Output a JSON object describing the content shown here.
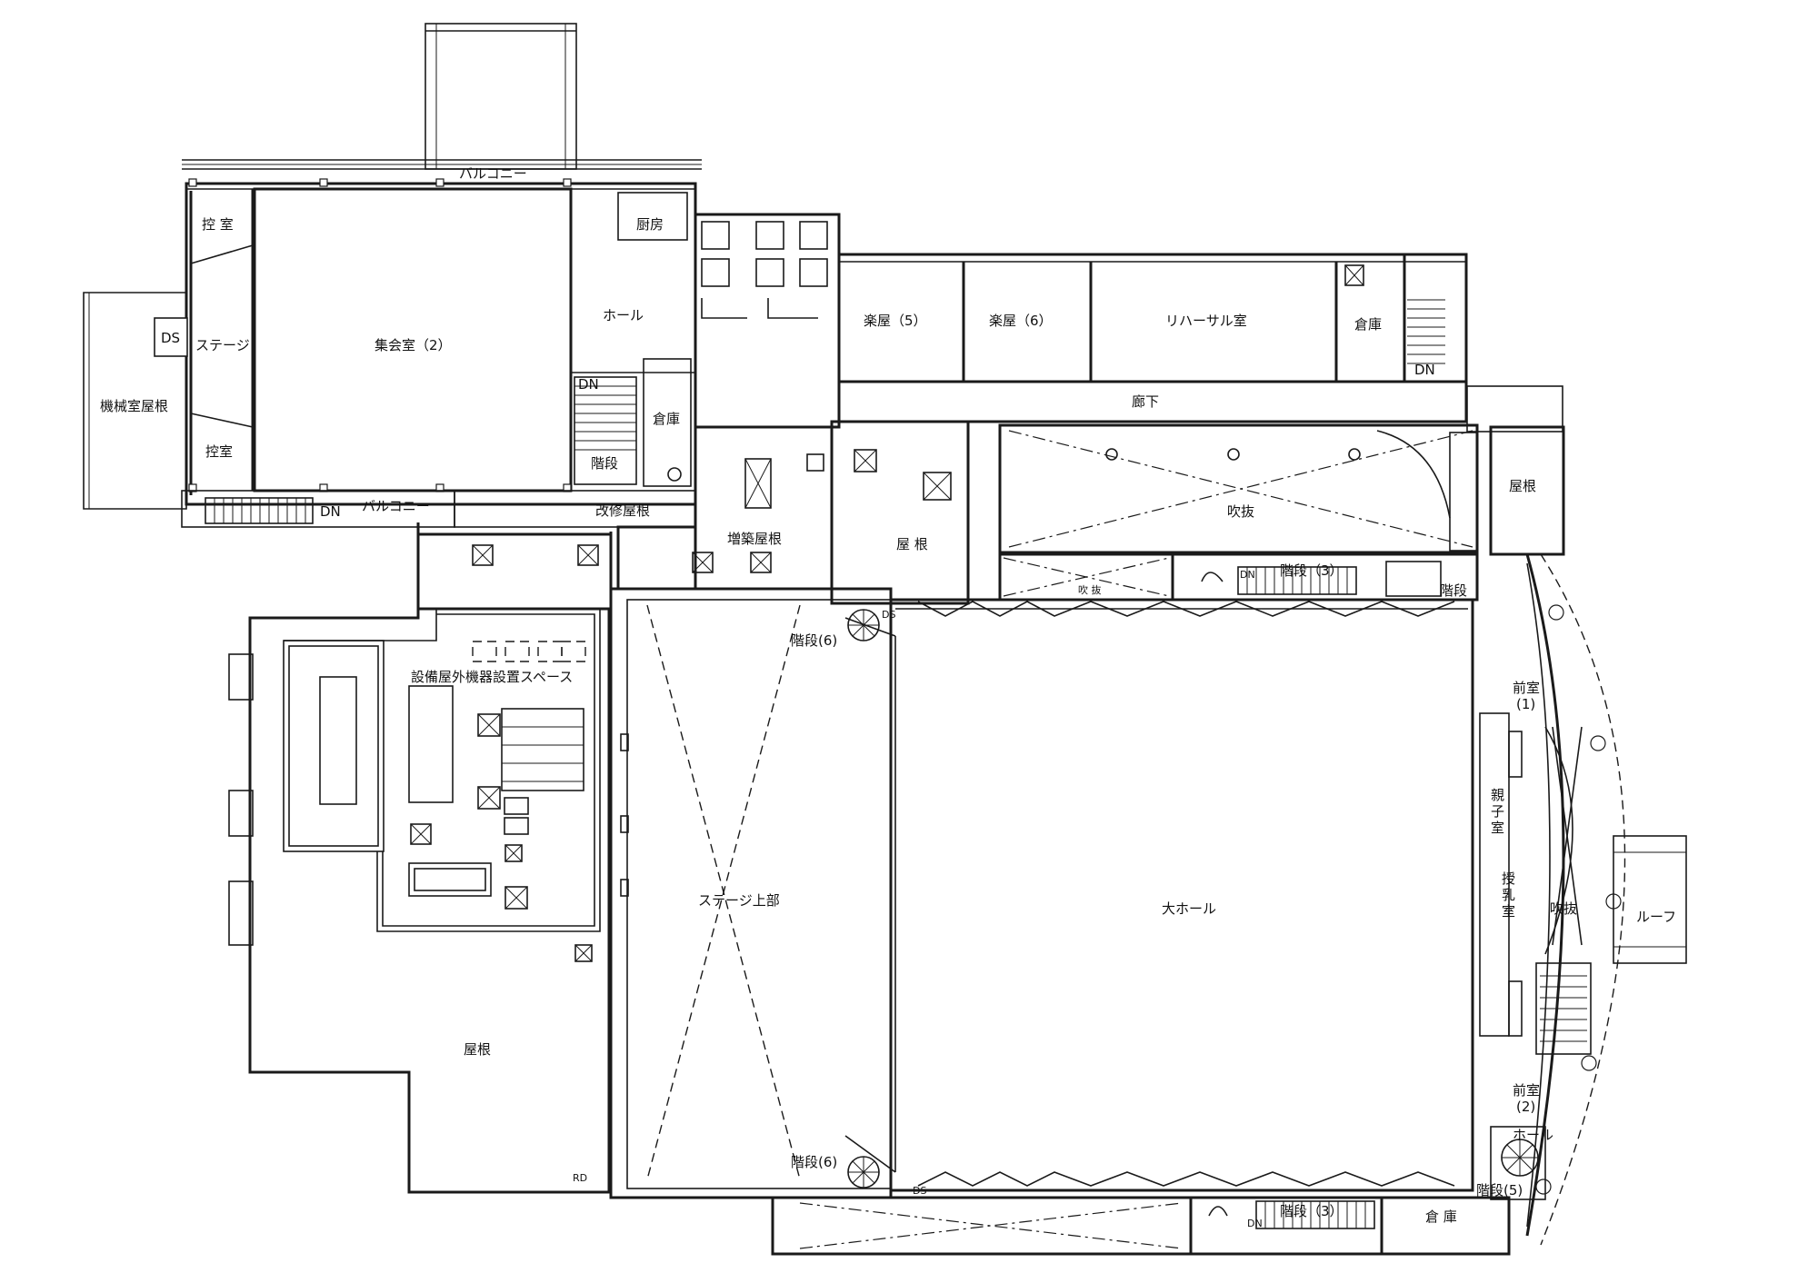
{
  "rooms": {
    "balcony_top": "バルコニー",
    "balcony_bottom": "バルコニー",
    "hikae_top": "控 室",
    "hikae_bottom": "控室",
    "ds_left": "DS",
    "stage_small": "ステージ",
    "meeting_room": "集会室（2）",
    "machine_roof": "機械室屋根",
    "kitchen": "厨房",
    "hall_small": "ホール",
    "storage_small": "倉庫",
    "stairs_small": "階段",
    "renovation_roof": "改修屋根",
    "gakuya5": "楽屋（5）",
    "gakuya6": "楽屋（6）",
    "rehearsal": "リハーサル室",
    "storage_right": "倉庫",
    "corridor": "廊下",
    "extension_roof": "増築屋根",
    "roof_mid": "屋 根",
    "void_top": "吹抜",
    "void_sub": "吹 抜",
    "stairs3_top": "階段（3）",
    "stairs_right": "階段",
    "roof_right": "屋根",
    "stairs6_top": "階段(6)",
    "ds_top": "DS",
    "equipment_space": "設備屋外機器設置スペース",
    "stage_upper": "ステージ上部",
    "main_hall": "大ホール",
    "antechamber1_a": "前室",
    "antechamber1_b": "(1)",
    "oyako_room": [
      "親",
      "子",
      "室"
    ],
    "nursing_room": [
      "授",
      "乳",
      "室"
    ],
    "void_right": "吹抜",
    "roof_fu": "ルーフ",
    "roof_left": "屋根",
    "rd": "RD",
    "antechamber2_a": "前室",
    "antechamber2_b": "(2)",
    "hall_right": "ホール",
    "stairs6_bottom": "階段(6)",
    "ds_bottom": "DS",
    "stairs5": "階段(5)",
    "stairs3_bottom": "階段（3）",
    "storage_bottom": "倉 庫",
    "dn": "DN"
  }
}
